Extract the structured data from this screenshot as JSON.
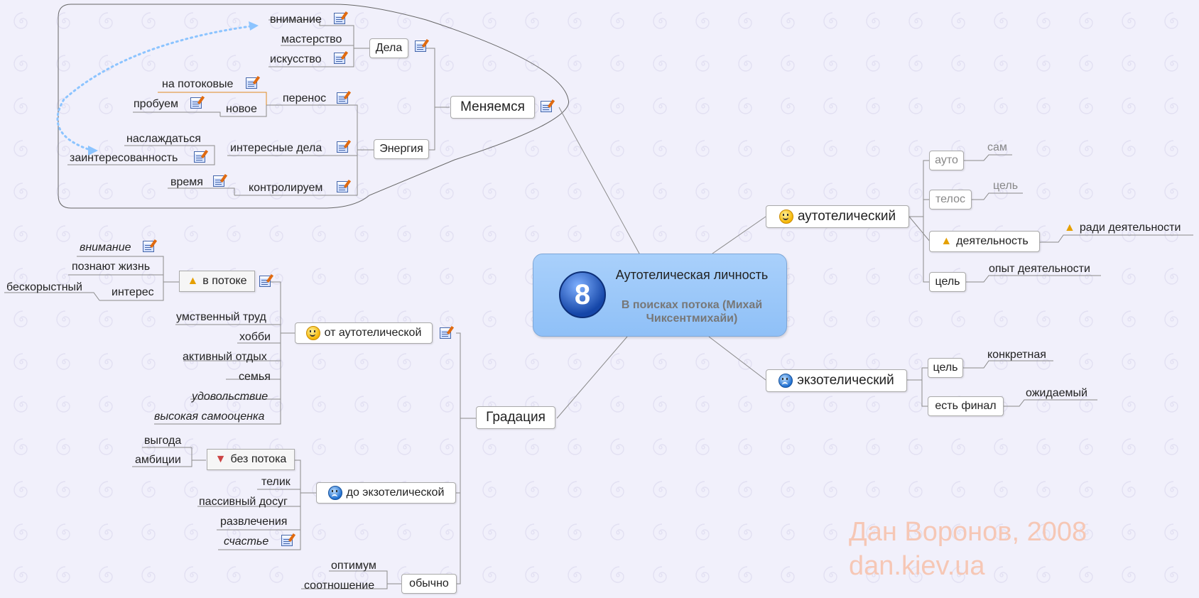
{
  "central": {
    "number": "8",
    "title": "Аутотелическая личность",
    "subtitle": "В поисках потока (Михай Чиксентмихайи)"
  },
  "menyaemsya": {
    "label": "Меняемся",
    "dela": {
      "label": "Дела",
      "items": [
        "внимание",
        "мастерство",
        "искусство"
      ]
    },
    "energiya": {
      "label": "Энергия",
      "perenos": {
        "label": "перенос",
        "novoe": "новое",
        "na_potokovye": "на потоковые",
        "probuem": "пробуем"
      },
      "interesnye": {
        "label": "интересные дела",
        "naslazhdatsya": "наслаждаться",
        "zainteresovannost": "заинтересованность"
      },
      "kontroliruem": {
        "label": "контролируем",
        "vremya": "время"
      }
    }
  },
  "autotelic": {
    "label": "аутотелический",
    "icon": "smile-icon",
    "auto": {
      "label": "ауто",
      "child": "сам"
    },
    "telos": {
      "label": "телос",
      "child": "цель"
    },
    "activity": {
      "label": "деятельность",
      "child": "ради деятельности"
    },
    "goal": {
      "label": "цель",
      "child": "опыт деятельности"
    }
  },
  "exotelic": {
    "label": "экзотелический",
    "icon": "sad-icon",
    "goal": {
      "label": "цель",
      "child": "конкретная"
    },
    "final": {
      "label": "есть финал",
      "child": "ожидаемый"
    }
  },
  "gradation": {
    "label": "Градация",
    "from_auto": {
      "label": "от аутотелической",
      "in_flow": {
        "label": "в потоке",
        "items": [
          "внимание",
          "познают жизнь",
          "интерес"
        ],
        "selfless": "бескорыстный"
      },
      "items": [
        "умственный труд",
        "хобби",
        "активный отдых",
        "семья",
        "удовольствие",
        "высокая самооценка"
      ]
    },
    "to_exo": {
      "label": "до экзотелической",
      "no_flow": {
        "label": "без потока",
        "items": [
          "выгода",
          "амбиции"
        ]
      },
      "items": [
        "телик",
        "пассивный досуг",
        "развлечения",
        "счастье"
      ]
    },
    "usual": {
      "label": "обычно",
      "items": [
        "оптимум",
        "соотношение"
      ]
    }
  },
  "watermark": {
    "line1": "Дан Воронов, 2008",
    "line2": "dan.kiev.ua"
  },
  "colors": {
    "background": "#f1f0fb",
    "central_fill": "#9cc8f9",
    "watermark": "#f6c7b5",
    "dotted_arrow": "#8cc4ff"
  }
}
